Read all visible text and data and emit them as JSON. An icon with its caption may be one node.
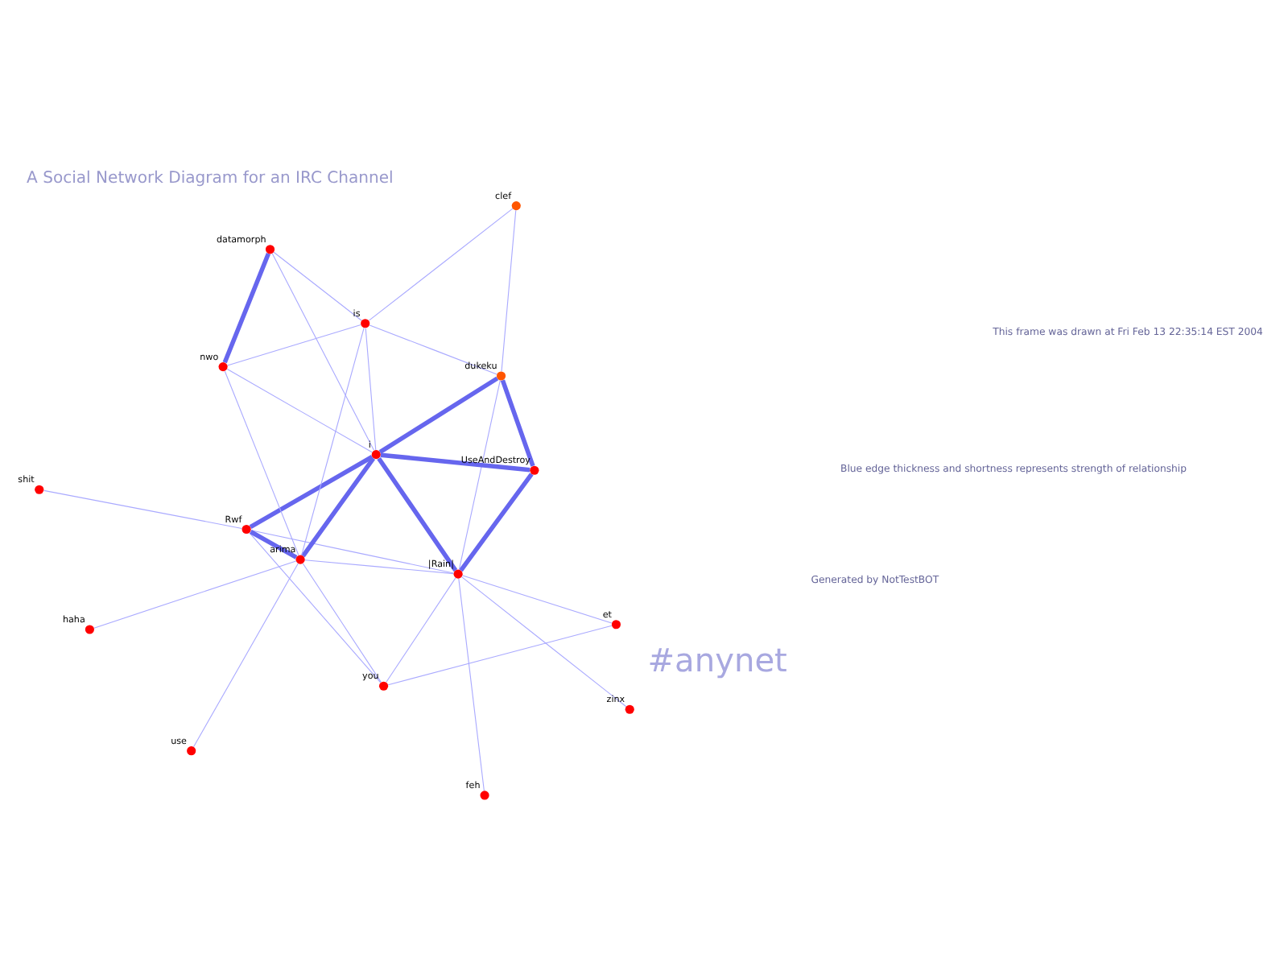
{
  "diagram": {
    "title": "A Social Network Diagram for an IRC Channel",
    "nodes": [
      {
        "text": [],
        "shape": "circle",
        "beside": [
          "shit"
        ]
      },
      {
        "text": [],
        "shape": "circle",
        "beside": [
          "zinx"
        ]
      },
      {
        "text": [],
        "shape": "circle",
        "beside": [
          "et"
        ]
      },
      {
        "text": [],
        "shape": "circle",
        "beside": [
          "you"
        ]
      },
      {
        "text": [],
        "shape": "circle",
        "beside": [
          "Rwf"
        ]
      },
      {
        "text": [],
        "shape": "circle",
        "beside": [
          "|Rain|"
        ]
      },
      {
        "text": [],
        "shape": "circle",
        "beside": [
          "UseAndDestroy"
        ]
      },
      {
        "text": [],
        "shape": "circle",
        "beside": [
          "use"
        ]
      },
      {
        "text": [],
        "shape": "circle",
        "beside": [
          "dukeku"
        ]
      },
      {
        "text": [],
        "shape": "circle",
        "beside": [
          "arima"
        ]
      },
      {
        "text": [],
        "shape": "circle",
        "beside": [
          "i"
        ]
      },
      {
        "text": [],
        "shape": "circle",
        "beside": [
          "is"
        ]
      },
      {
        "text": [],
        "shape": "circle",
        "beside": [
          "clef"
        ]
      },
      {
        "text": [],
        "shape": "circle",
        "beside": [
          "haha"
        ]
      },
      {
        "text": [],
        "shape": "circle",
        "beside": [
          "datamorph"
        ]
      },
      {
        "text": [],
        "shape": "circle",
        "beside": [
          "nwo"
        ]
      },
      {
        "text": [],
        "shape": "circle",
        "beside": [
          "feh"
        ]
      }
    ],
    "edges": [
      {
        "from": 0,
        "to": 4,
        "arrow": "none"
      },
      {
        "from": 1,
        "to": 5,
        "arrow": "none"
      },
      {
        "from": 2,
        "to": 3,
        "arrow": "none"
      },
      {
        "from": 2,
        "to": 5,
        "arrow": "none"
      },
      {
        "from": 3,
        "to": 4,
        "arrow": "none"
      },
      {
        "from": 3,
        "to": 5,
        "arrow": "none"
      },
      {
        "from": 3,
        "to": 9,
        "arrow": "none"
      },
      {
        "from": 4,
        "to": 5,
        "arrow": "none"
      },
      {
        "from": 4,
        "to": 9,
        "arrow": "none",
        "style": "thick"
      },
      {
        "from": 4,
        "to": 10,
        "arrow": "none",
        "style": "thick"
      },
      {
        "from": 5,
        "to": 6,
        "arrow": "none",
        "style": "thick"
      },
      {
        "from": 5,
        "to": 10,
        "arrow": "none",
        "style": "thick"
      },
      {
        "from": 5,
        "to": 9,
        "arrow": "none"
      },
      {
        "from": 5,
        "to": 8,
        "arrow": "none"
      },
      {
        "from": 5,
        "to": 16,
        "arrow": "none"
      },
      {
        "from": 6,
        "to": 10,
        "arrow": "none",
        "style": "thick"
      },
      {
        "from": 6,
        "to": 8,
        "arrow": "none",
        "style": "thick"
      },
      {
        "from": 7,
        "to": 9,
        "arrow": "none"
      },
      {
        "from": 9,
        "to": 10,
        "arrow": "none",
        "style": "thick"
      },
      {
        "from": 9,
        "to": 11,
        "arrow": "none"
      },
      {
        "from": 9,
        "to": 15,
        "arrow": "none"
      },
      {
        "from": 9,
        "to": 13,
        "arrow": "none"
      },
      {
        "from": 10,
        "to": 8,
        "arrow": "none",
        "style": "thick"
      },
      {
        "from": 10,
        "to": 11,
        "arrow": "none"
      },
      {
        "from": 10,
        "to": 14,
        "arrow": "none"
      },
      {
        "from": 10,
        "to": 15,
        "arrow": "none"
      },
      {
        "from": 8,
        "to": 11,
        "arrow": "none"
      },
      {
        "from": 8,
        "to": 12,
        "arrow": "none"
      },
      {
        "from": 11,
        "to": 12,
        "arrow": "none"
      },
      {
        "from": 11,
        "to": 14,
        "arrow": "none"
      },
      {
        "from": 11,
        "to": 15,
        "arrow": "none"
      },
      {
        "from": 14,
        "to": 15,
        "arrow": "none",
        "style": "thick"
      }
    ],
    "labels": [
      "#anynet",
      "Generated by NotTestBOT",
      "Blue edge thickness and shortness represents strength of relationship",
      "This frame was drawn at Fri Feb 13 22:35:14 EST 2004"
    ]
  }
}
